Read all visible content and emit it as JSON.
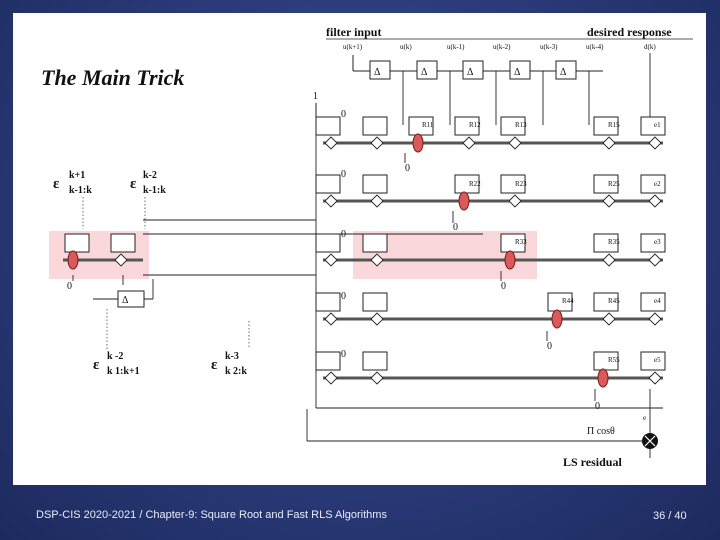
{
  "slide": {
    "title": "The Main Trick",
    "footer": "DSP-CIS 2020-2021  /  Chapter-9: Square Root and Fast RLS Algorithms",
    "page": "36 / 40"
  },
  "diagram": {
    "filter_input": "filter input",
    "desired_response": "desired response",
    "inputs": [
      "u(k+1)",
      "u(k)",
      "u(k-1)",
      "u(k-2)",
      "u(k-3)",
      "u(k-4)",
      "d(k)"
    ],
    "delay_symbol": "Δ",
    "one": "1",
    "zero": "0",
    "cells": [
      "R11",
      "R12",
      "R13",
      "R15",
      "R22",
      "R23",
      "R25",
      "R33",
      "R35",
      "R44",
      "R45",
      "R55"
    ],
    "outputs": [
      "e1",
      "e2",
      "e3",
      "e4",
      "e5"
    ],
    "epsilon": "ε",
    "left_labels": {
      "a_sup": "k+1",
      "a_sub": "k-1:k",
      "b_sup": "k-2",
      "b_sub": "k-1:k",
      "c_sup": "k -2",
      "c_sub": "k  1:k+1",
      "d_sup": "k-3",
      "d_sub": "k  2:k"
    },
    "pi_cos": "Π cosθ",
    "e_label": "e",
    "ls_residual": "LS residual"
  }
}
